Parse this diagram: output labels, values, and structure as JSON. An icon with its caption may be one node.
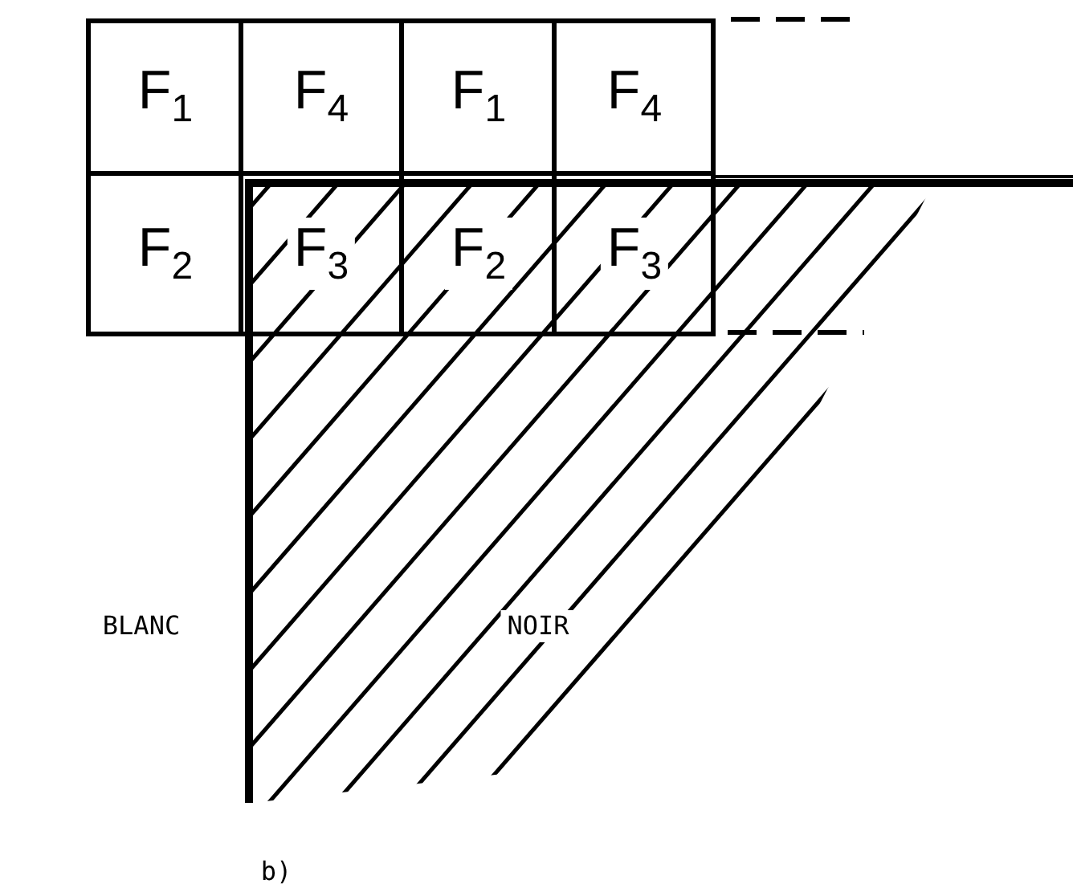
{
  "diagram": {
    "labels": [
      "F$_{1}$",
      "F$_{4}$",
      "F$_{1}$",
      "F$_{4}$",
      "F$_{2}$",
      "F$_{3}$",
      "F$_{2}$",
      "F$_{3}$",
      "BLANC",
      "NOIR",
      "b)"
    ]
  }
}
